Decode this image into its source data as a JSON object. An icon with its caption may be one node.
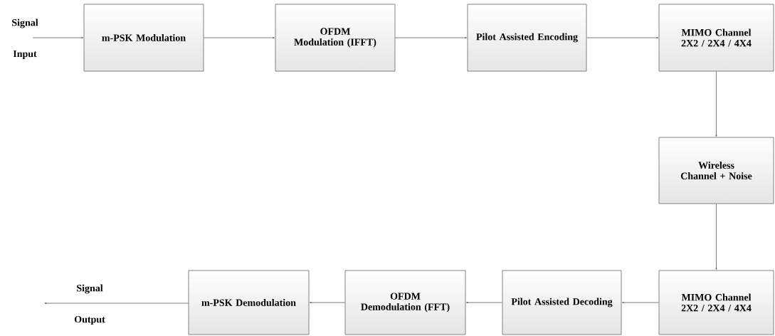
{
  "diagram": {
    "nodes": [
      {
        "text": [
          "m-PSK Modulation"
        ]
      },
      {
        "text": [
          "OFDM Modulation (IFFT)"
        ]
      },
      {
        "text": [
          "Pilot Assisted Encoding"
        ]
      },
      {
        "text": [
          "MIMO Channel 2X2 / 2X4 / 4X4"
        ]
      },
      {
        "text": [
          "Wireless Channel + Noise"
        ]
      },
      {
        "text": [
          "MIMO Channel 2X2 / 2X4 / 4X4"
        ]
      },
      {
        "text": [
          "Pilot Assisted Decoding"
        ]
      },
      {
        "text": [
          "OFDM Demodulation (FFT)"
        ]
      },
      {
        "text": [
          "m-PSK Demodulation"
        ]
      }
    ],
    "edges": [
      {
        "from": null,
        "to": 0,
        "arrow": "to"
      },
      {
        "from": 0,
        "to": 1,
        "arrow": "to"
      },
      {
        "from": 1,
        "to": 2,
        "arrow": "to"
      },
      {
        "from": 2,
        "to": 3,
        "arrow": "to"
      },
      {
        "from": 3,
        "to": 4,
        "arrow": "to"
      },
      {
        "from": 4,
        "to": 5,
        "arrow": "to"
      },
      {
        "from": 5,
        "to": 6,
        "arrow": "to"
      },
      {
        "from": 6,
        "to": 7,
        "arrow": "to"
      },
      {
        "from": 7,
        "to": 8,
        "arrow": "to"
      },
      {
        "from": 8,
        "to": null,
        "arrow": "to"
      }
    ],
    "labels": [
      "Signal",
      "Input",
      "Signal",
      "Output"
    ]
  }
}
